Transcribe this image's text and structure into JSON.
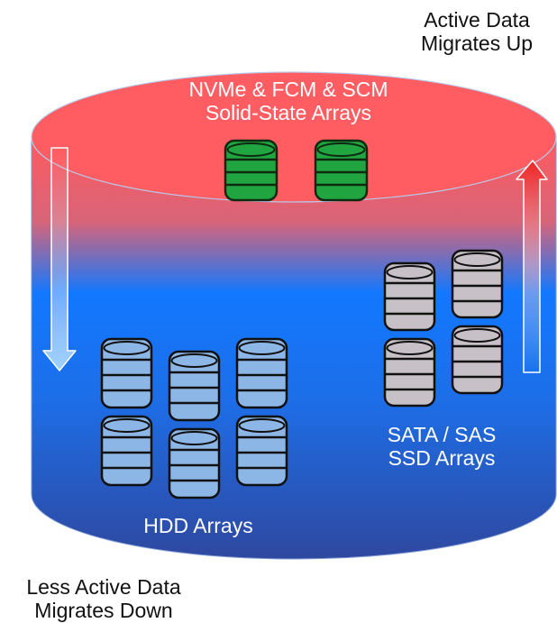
{
  "annotations": {
    "active": {
      "line1": "Active Data",
      "line2": "Migrates Up"
    },
    "less_active": {
      "line1": "Less Active Data",
      "line2": "Migrates Down"
    }
  },
  "tiers": {
    "top": {
      "line1": "NVMe & FCM & SCM",
      "line2": "Solid-State Arrays"
    },
    "ssd": {
      "line1": "SATA / SAS",
      "line2": "SSD Arrays"
    },
    "hdd": {
      "label": "HDD Arrays"
    }
  },
  "colors": {
    "top_red": "#ff5a5f",
    "mid_blue": "#1a7bf5",
    "bottom_navy": "#2d4aa8",
    "green_disk": "#21a540",
    "gray_disk": "#c7c0c6",
    "blue_disk": "#8cb6e6",
    "up_arrow": "#ee2b2b"
  },
  "icons": {
    "solid_state": "database-stack-icon",
    "ssd": "database-stack-icon",
    "hdd": "database-stack-icon",
    "up": "arrow-up-icon",
    "down": "arrow-down-icon"
  }
}
